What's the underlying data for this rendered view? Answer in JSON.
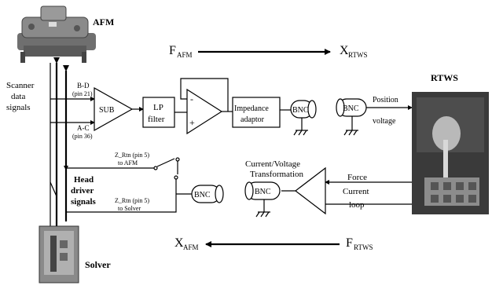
{
  "labels": {
    "afm": "AFM",
    "rtws": "RTWS",
    "solver": "Solver",
    "f_afm": "F",
    "f_afm_sub": "AFM",
    "x_rtws": "X",
    "x_rtws_sub": "RTWS",
    "x_afm": "X",
    "x_afm_sub": "AFM",
    "f_rtws": "F",
    "f_rtws_sub": "RTWS",
    "scanner_1": "Scanner",
    "scanner_2": "data",
    "scanner_3": "signals",
    "bd": "B-D",
    "bd_pin": "(pin 21)",
    "ac": "A-C",
    "ac_pin": "(pin 36)",
    "sub": "SUB",
    "lp_1": "LP",
    "lp_2": "filter",
    "op_minus": "-",
    "op_plus": "+",
    "imp_1": "Impedance",
    "imp_2": "adaptor",
    "bnc": "BNC",
    "pos_1": "Position",
    "pos_2": "voltage",
    "cv_1": "Current/Voltage",
    "cv_2": "Transformation",
    "force_1": "Force",
    "force_2": "Current",
    "force_3": "loop",
    "zafm_1": "Z_Rtn (pin 5)",
    "zafm_2": "to AFM",
    "zsol_1": "Z_Rtn (pin 5)",
    "zsol_2": "to Solver",
    "head_1": "Head",
    "head_2": "driver",
    "head_3": "signals"
  }
}
